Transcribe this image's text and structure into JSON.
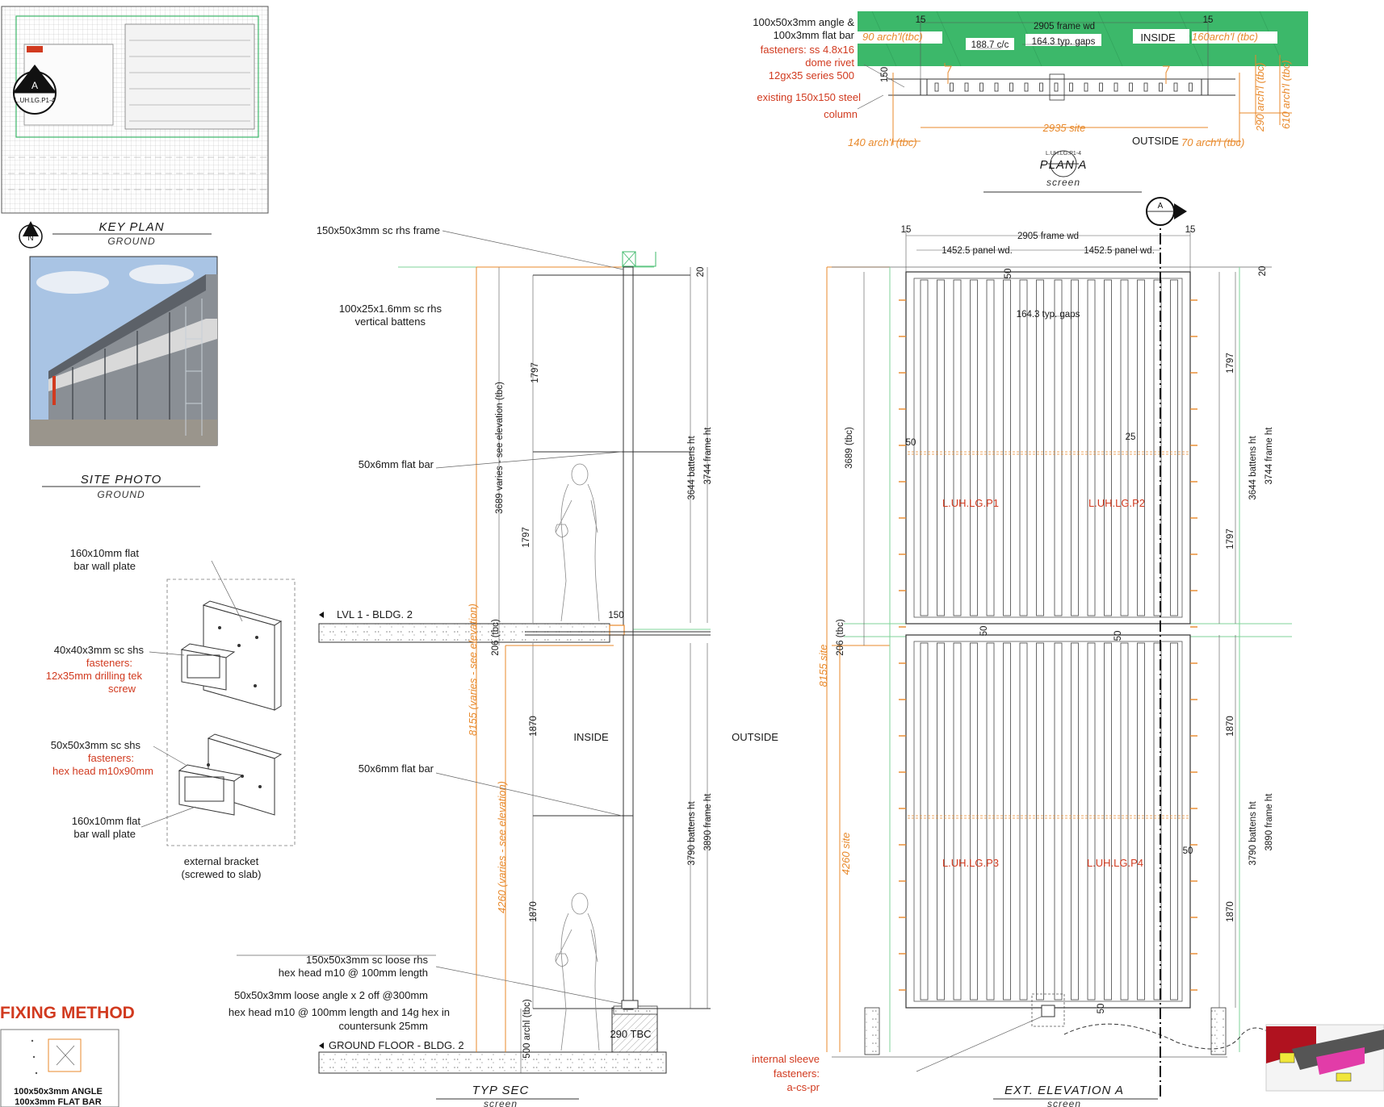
{
  "key_plan": {
    "title": "KEY PLAN",
    "subtitle": "GROUND",
    "marker_letter": "A",
    "marker_ref": "L.UH.LG.P1-4"
  },
  "site_photo": {
    "title": "SITE PHOTO",
    "subtitle": "GROUND"
  },
  "bracket": {
    "wall_plate_top": [
      "160x10mm flat",
      "bar wall plate"
    ],
    "shs40": "40x40x3mm sc shs",
    "fasteners1_label": "fasteners:",
    "fasteners1": [
      "12x35mm drilling tek",
      "screw"
    ],
    "shs50": "50x50x3mm sc shs",
    "fasteners2_label": "fasteners:",
    "fasteners2": "hex head m10x90mm",
    "wall_plate_bottom": [
      "160x10mm flat",
      "bar wall plate"
    ],
    "caption": [
      "external  bracket",
      "(screwed to slab)"
    ]
  },
  "fixing": {
    "title": "FIXING METHOD",
    "lines": [
      "100x50x3mm ANGLE",
      "100x3mm FLAT BAR"
    ]
  },
  "plan_a": {
    "title": "PLAN A",
    "subtitle": "screen",
    "marker_ref": "L.UH.LG.P1-4",
    "labels": [
      "100x50x3mm angle &",
      "100x3mm flat bar"
    ],
    "fasteners": [
      "fasteners: ss 4.8x16",
      "dome rivet",
      "12gx35 series 500"
    ],
    "column": [
      "existing 150x150 steel",
      "column"
    ],
    "frame_wd": "2905 frame wd",
    "cc": "188.7 c/c",
    "gaps": "164.3 typ. gaps",
    "inside": "INSIDE",
    "outside": "OUTSIDE",
    "edge15a": "15",
    "edge15b": "15",
    "depth": "150",
    "arch90": "90 arch'l(tbc)",
    "arch160": "160arch'l (tbc)",
    "arch290": "290 arch'l (tbc)",
    "arch610": "610 arch'l (tbc)",
    "site2935": "2935 site",
    "arch140": "140 arch'l (tbc)",
    "arch70": "70 arch'l (tbc)"
  },
  "section": {
    "title": "TYP SEC",
    "subtitle": "screen",
    "frame_label": "150x50x3mm sc rhs frame",
    "battens_label": [
      "100x25x1.6mm sc rhs",
      "vertical battens"
    ],
    "flat_bar_1": "50x6mm flat bar",
    "flat_bar_2": "50x6mm flat bar",
    "lvl1": "LVL 1 - BLDG. 2",
    "ground": "GROUND FLOOR - BLDG. 2",
    "inside": "INSIDE",
    "outside": "OUTSIDE",
    "loose_rhs": [
      "150x50x3mm sc loose rhs",
      "hex head m10 @ 100mm length"
    ],
    "loose_angle": [
      "50x50x3mm loose angle x 2 off @300mm",
      "hex head m10 @ 100mm length and 14g hex in",
      "countersunk 25mm"
    ],
    "tbc290": "290 TBC",
    "d1797a": "1797",
    "d1797b": "1797",
    "d1870a": "1870",
    "d1870b": "1870",
    "d3689": "3689 varies - see elevation (tbc)",
    "d206": "206 (tbc)",
    "d8155": "8155 (varies - see elevation)",
    "d4260": "4260 (varies - see elevation)",
    "d500": "500 archl (tbc)",
    "d150": "150",
    "d20": "20",
    "d3644": "3644 battens ht",
    "d3744": "3744 frame ht",
    "d3790": "3790 battens ht",
    "d3890": "3890 frame ht"
  },
  "elevation": {
    "title": "EXT. ELEVATION A",
    "subtitle": "screen",
    "marker": "A",
    "frame_wd": "2905 frame wd",
    "panel_wd_l": "1452.5 panel wd.",
    "panel_wd_r": "1452.5 panel wd.",
    "gaps": "164.3 typ. gaps",
    "e15a": "15",
    "e15b": "15",
    "e20": "20",
    "e50a": "50",
    "e50b": "50",
    "e25": "25",
    "e50c": "50",
    "e50d": "50",
    "e50e": "50",
    "e50f": "50",
    "d3689": "3689 (tbc)",
    "d206": "206 (tbc)",
    "d8155": "8155 site",
    "d4260": "4260 site",
    "d1797a": "1797",
    "d1797b": "1797",
    "d1870a": "1870",
    "d1870b": "1870",
    "d3644": "3644 battens ht",
    "d3744": "3744 frame ht",
    "d3790": "3790 battens ht",
    "d3890": "3890 frame ht",
    "panels": [
      "L.UH.LG.P1",
      "L.UH.LG.P2",
      "L.UH.LG.P3",
      "L.UH.LG.P4"
    ],
    "sleeve": [
      "internal sleeve",
      "fasteners:",
      "a-cs-pr"
    ]
  },
  "colors": {
    "accent_red": "#d13a1f",
    "dim_orange": "#e8892b",
    "green": "#3cb86a"
  }
}
